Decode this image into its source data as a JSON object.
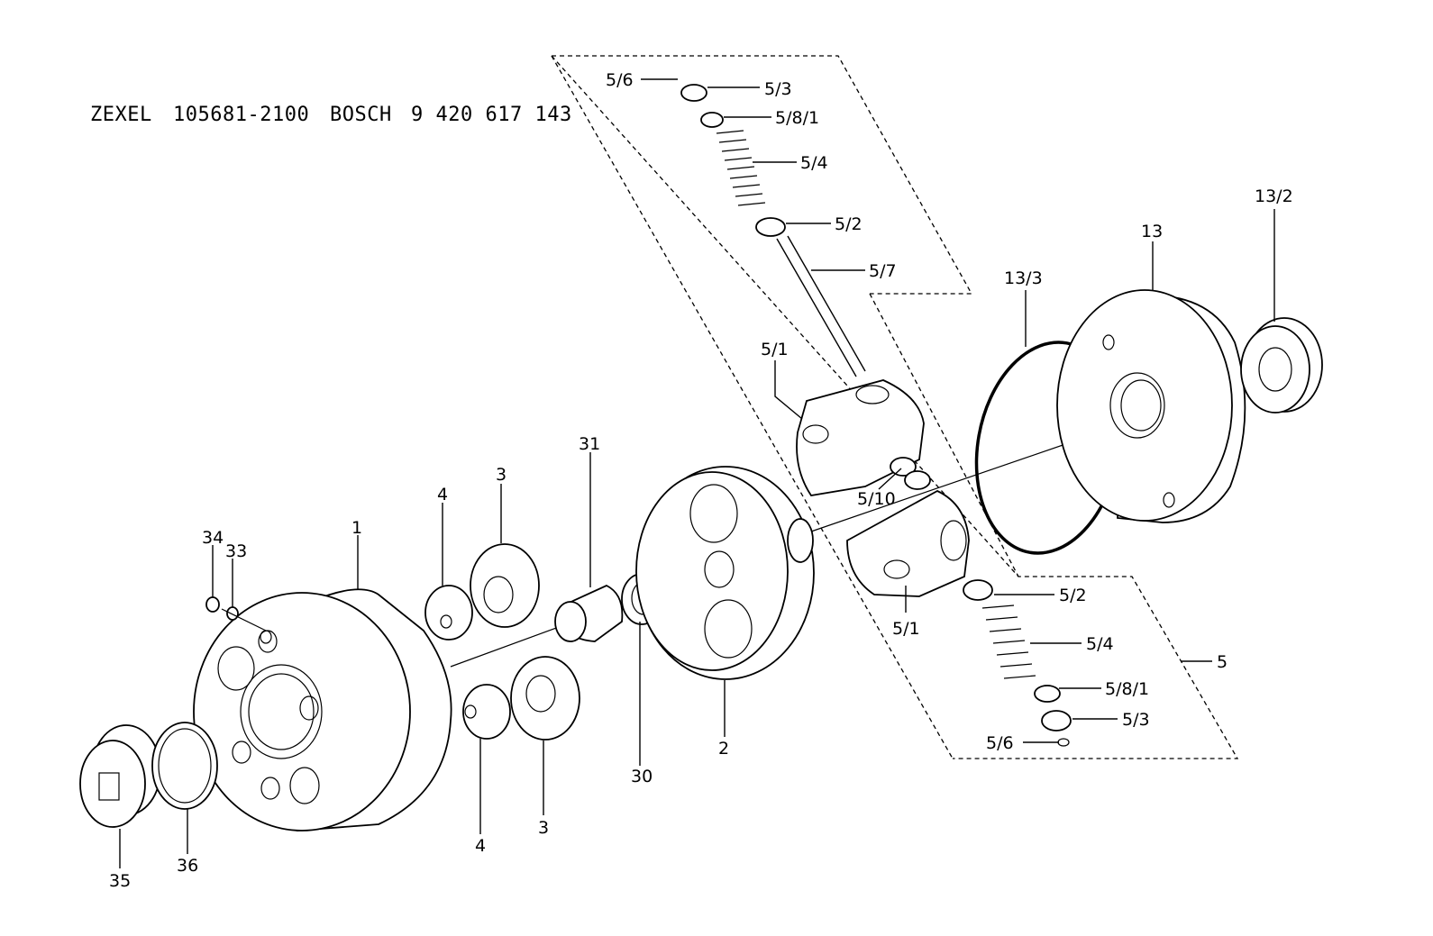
{
  "header": {
    "brand1": "ZEXEL",
    "part1": "105681-2100",
    "brand2": "BOSCH",
    "part2": "9 420 617 143"
  },
  "labels": {
    "l1": "1",
    "l2": "2",
    "l3a": "3",
    "l3b": "3",
    "l4a": "4",
    "l4b": "4",
    "l5": "5",
    "l51a": "5/1",
    "l51b": "5/1",
    "l52a": "5/2",
    "l52b": "5/2",
    "l53a": "5/3",
    "l53b": "5/3",
    "l54a": "5/4",
    "l54b": "5/4",
    "l56a": "5/6",
    "l56b": "5/6",
    "l57": "5/7",
    "l581a": "5/8/1",
    "l581b": "5/8/1",
    "l510": "5/10",
    "l13": "13",
    "l132": "13/2",
    "l133": "13/3",
    "l30": "30",
    "l31": "31",
    "l33": "33",
    "l34": "34",
    "l35": "35",
    "l36": "36"
  }
}
